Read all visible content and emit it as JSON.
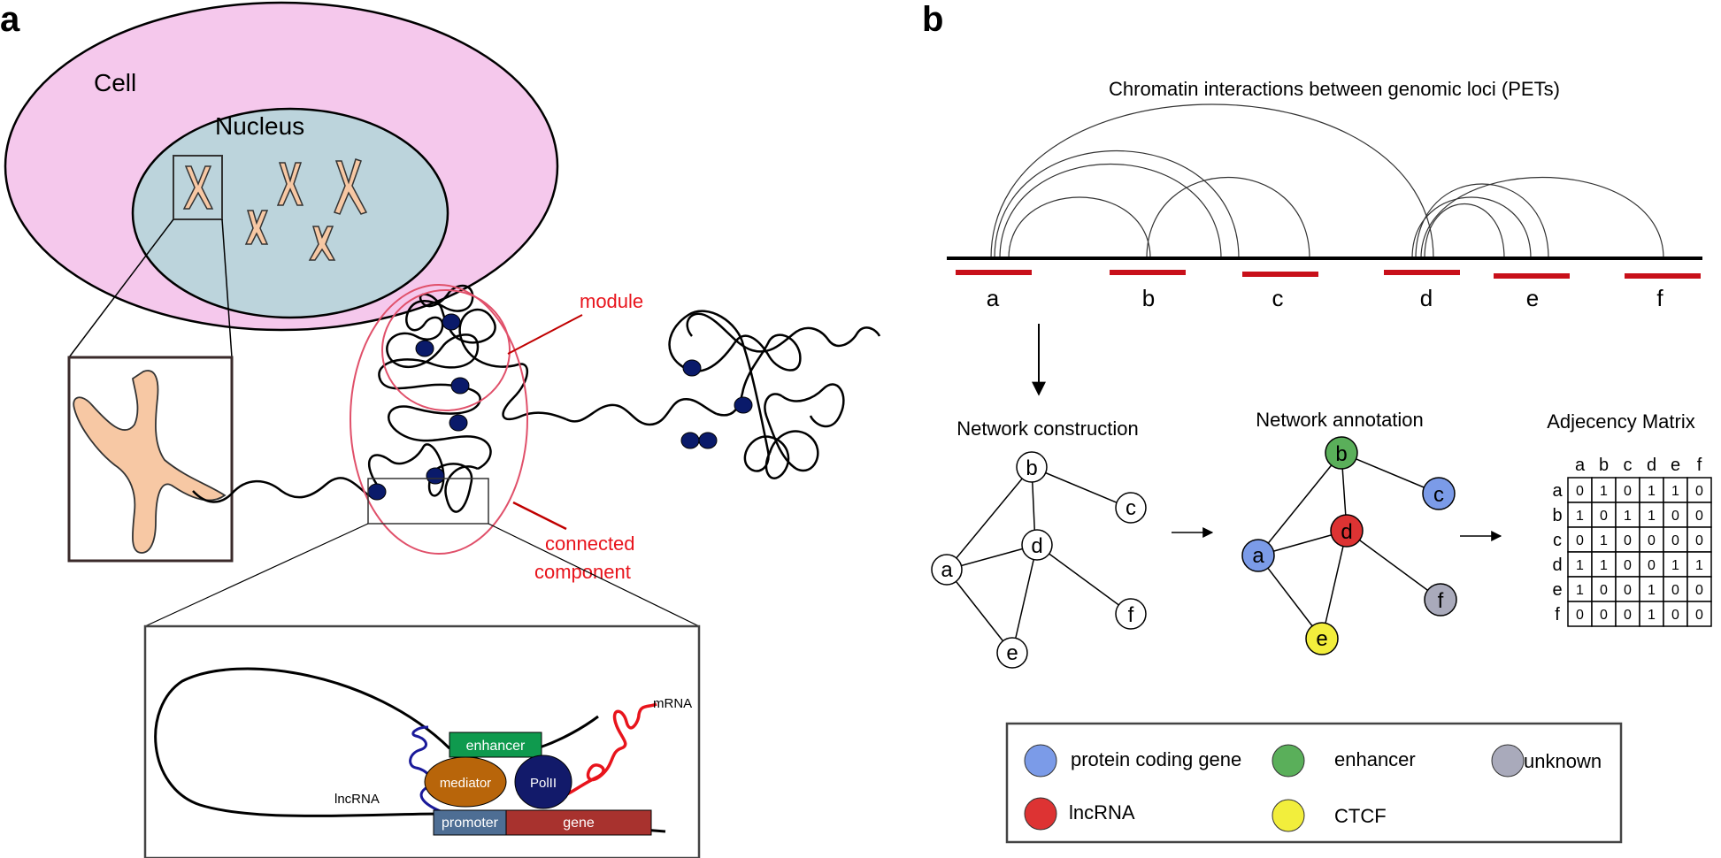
{
  "panel_a": {
    "letter": "a",
    "cell_label": "Cell",
    "nucleus_label": "Nucleus",
    "module_label": "module",
    "connected_label_1": "connected",
    "connected_label_2": "component",
    "zoom": {
      "enhancer": "enhancer",
      "mediator": "mediator",
      "polii": "PolII",
      "promoter": "promoter",
      "gene": "gene",
      "mrna": "mRNA",
      "lncrna": "lncRNA"
    }
  },
  "panel_b": {
    "letter": "b",
    "title": "Chromatin interactions between genomic loci (PETs)",
    "loci": [
      "a",
      "b",
      "c",
      "d",
      "e",
      "f"
    ],
    "network_construction": "Network construction",
    "network_annotation": "Network annotation",
    "adjacency_title": "Adjecency Matrix",
    "matrix_cols": [
      "a",
      "b",
      "c",
      "d",
      "e",
      "f"
    ],
    "matrix_rows": [
      {
        "label": "a",
        "values": [
          "0",
          "1",
          "0",
          "1",
          "1",
          "0"
        ]
      },
      {
        "label": "b",
        "values": [
          "1",
          "0",
          "1",
          "1",
          "0",
          "0"
        ]
      },
      {
        "label": "c",
        "values": [
          "0",
          "1",
          "0",
          "0",
          "0",
          "0"
        ]
      },
      {
        "label": "d",
        "values": [
          "1",
          "1",
          "0",
          "0",
          "1",
          "1"
        ]
      },
      {
        "label": "e",
        "values": [
          "1",
          "0",
          "0",
          "1",
          "0",
          "0"
        ]
      },
      {
        "label": "f",
        "values": [
          "0",
          "0",
          "0",
          "1",
          "0",
          "0"
        ]
      }
    ],
    "legend": {
      "protein_coding": "protein coding gene",
      "enhancer": "enhancer",
      "unknown": "unknown",
      "lncrna": "lncRNA",
      "ctcf": "CTCF"
    },
    "colors": {
      "protein_coding": "#7b9be8",
      "enhancer": "#5aaf5a",
      "unknown": "#a9aabb",
      "lncrna": "#dd3333",
      "ctcf": "#f2ee3c"
    }
  }
}
